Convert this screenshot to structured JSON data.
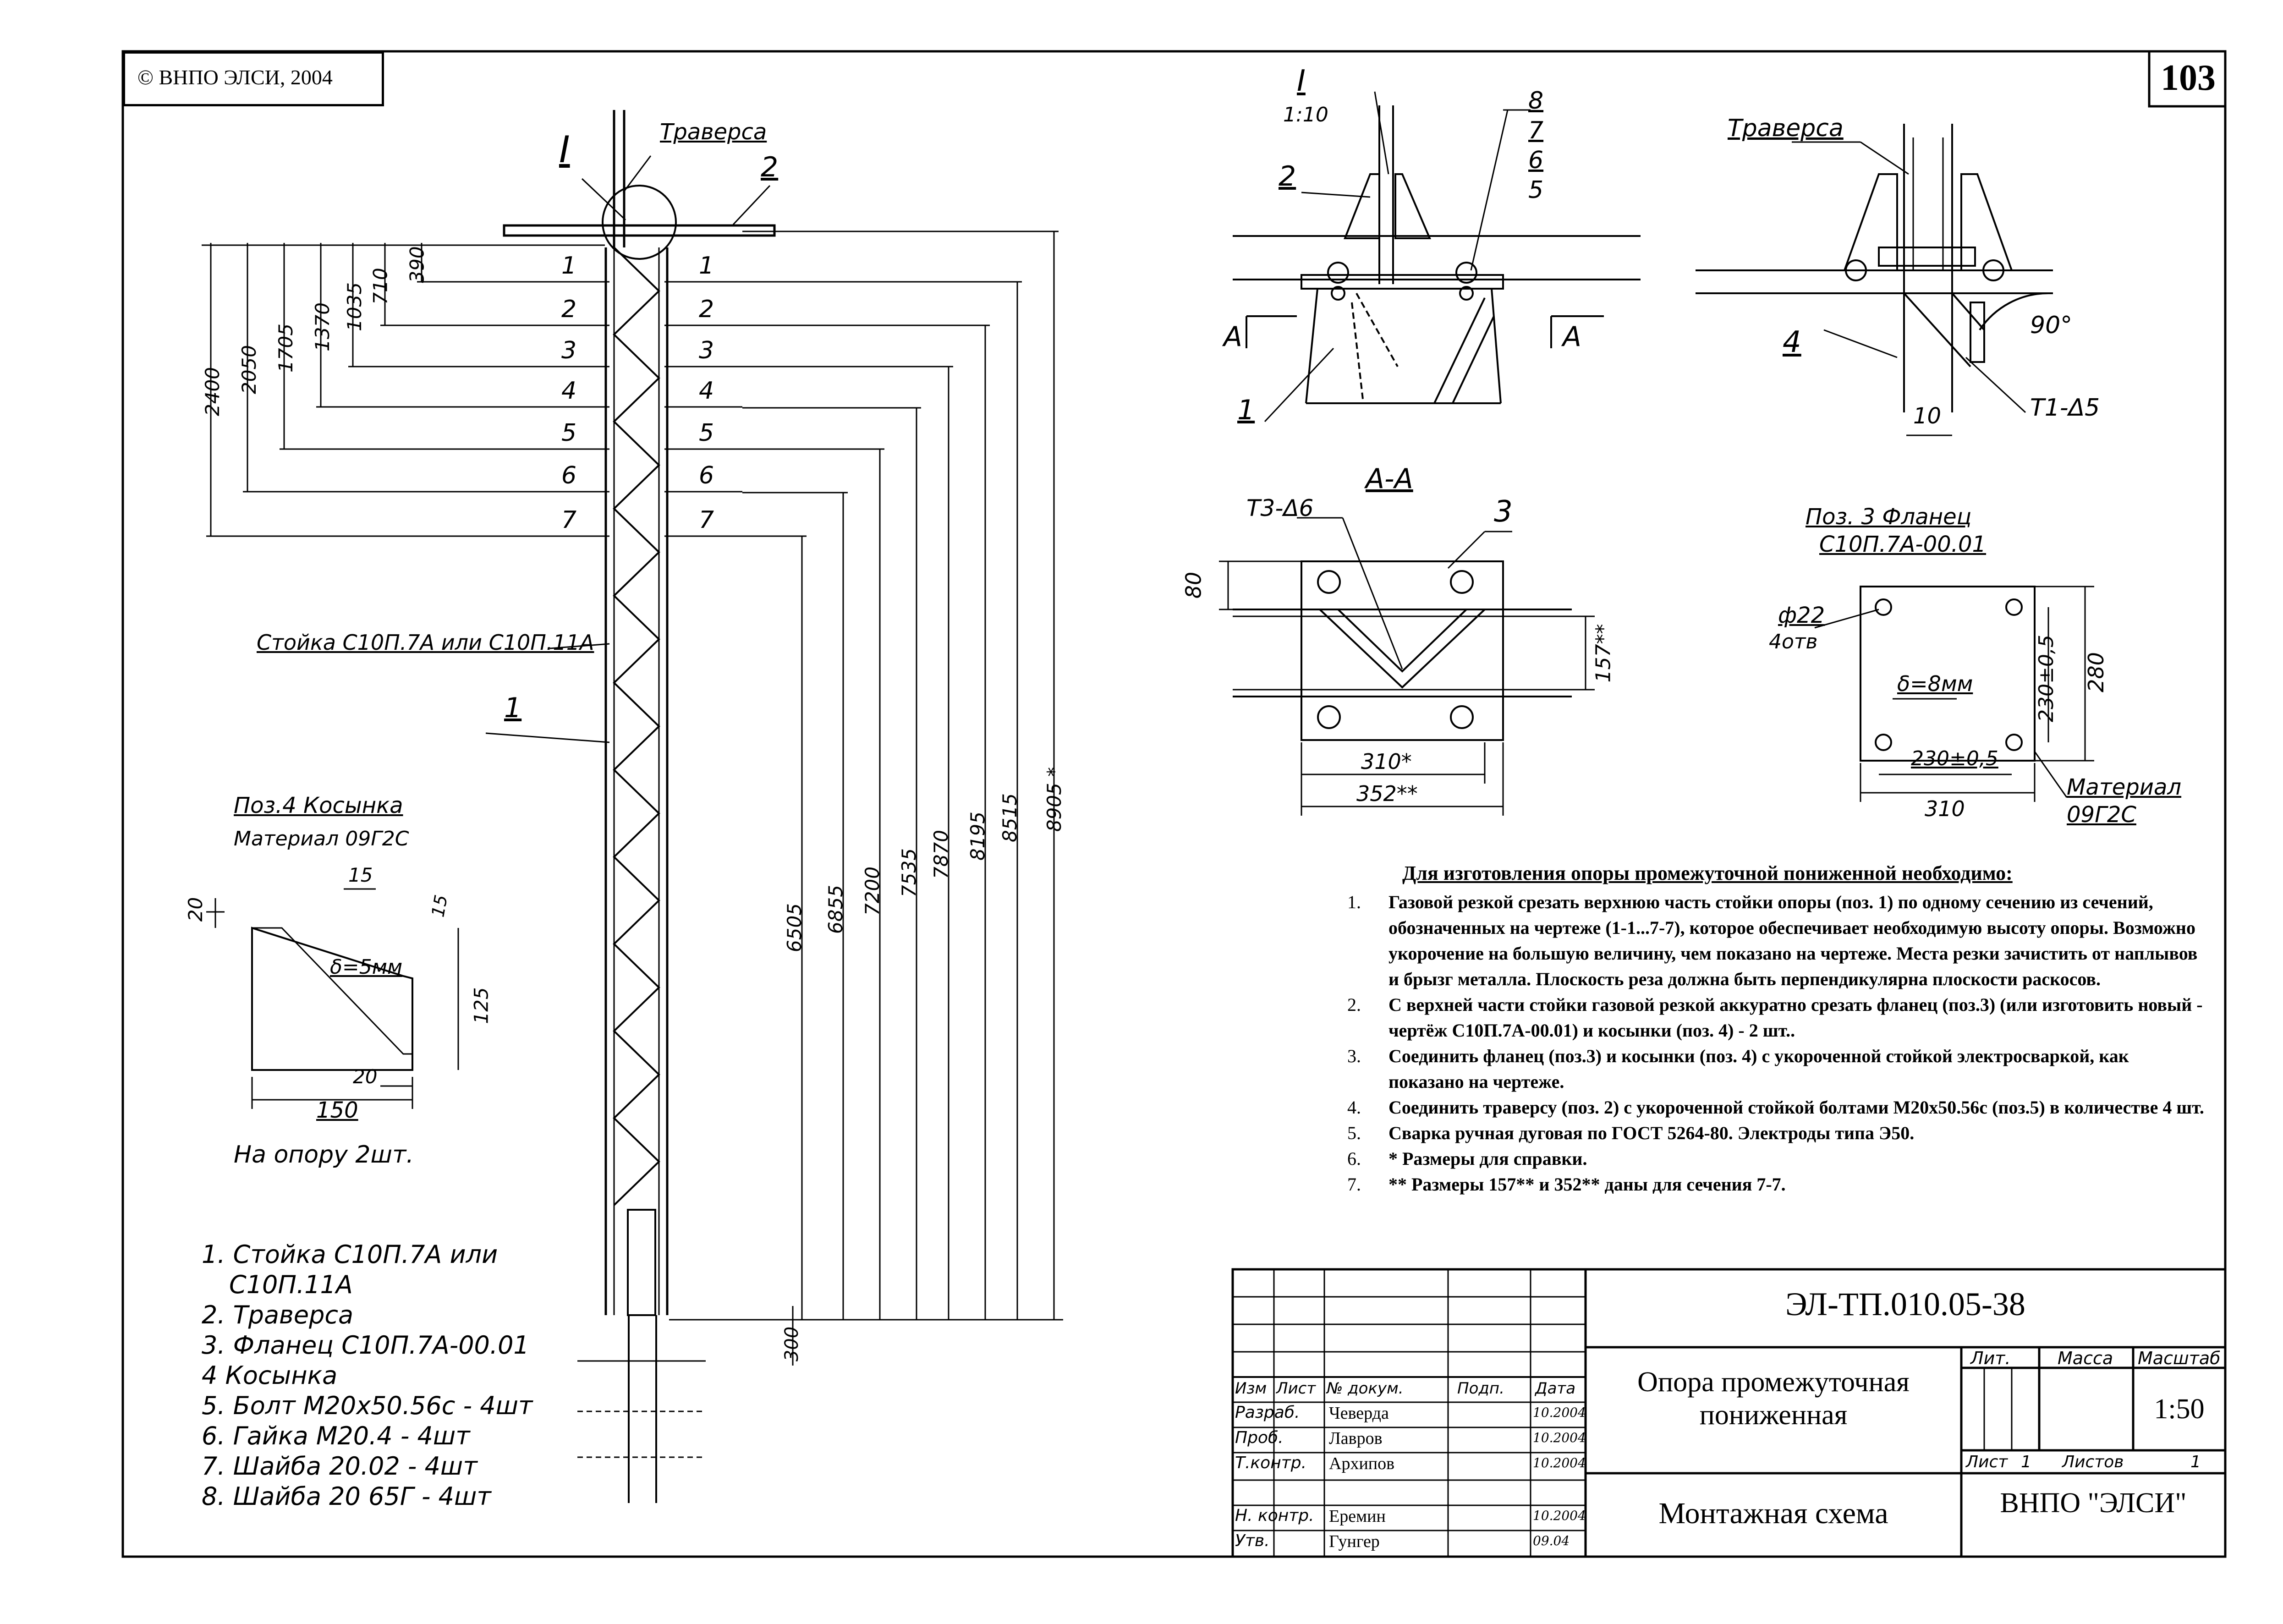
{
  "copyright": "© ВНПО ЭЛСИ, 2004",
  "page_number": "103",
  "main_drawing": {
    "detail_marker": "I",
    "traverse_label": "Траверса",
    "pos2": "2",
    "pos1": "1",
    "post_label": "Стойка С10П.7А или С10П.11А",
    "section_labels": [
      "1",
      "2",
      "3",
      "4",
      "5",
      "6",
      "7"
    ],
    "left_dims": [
      "390",
      "710",
      "1035",
      "1370",
      "1705",
      "2050",
      "2400"
    ],
    "right_dims": [
      "6505",
      "6855",
      "7200",
      "7535",
      "7870",
      "8195",
      "8515",
      "8905 *"
    ],
    "bottom_dim": "300"
  },
  "detail_I": {
    "title": "I",
    "scale": "1:10",
    "labels": [
      "8",
      "7",
      "6",
      "5",
      "2",
      "1"
    ],
    "section_A": "А"
  },
  "detail_traverse": {
    "label": "Траверса",
    "pos4": "4",
    "angle": "90°",
    "dim": "10",
    "weld": "Т1-Δ5"
  },
  "section_AA": {
    "title": "А-А",
    "weld": "Т3-Δ6",
    "pos3": "3",
    "dim_80": "80",
    "dim_157": "157**",
    "dim_310": "310*",
    "dim_352": "352**"
  },
  "flange": {
    "title": "Поз. 3 Фланец",
    "code": "С10П.7А-00.01",
    "hole": "ф22",
    "holes_count": "4отв",
    "thickness": "δ=8мм",
    "dim_230v": "230±0,5",
    "dim_280": "280",
    "dim_230h": "230±0,5",
    "dim_310": "310",
    "material_label": "Материал",
    "material": "09Г2С"
  },
  "gusset": {
    "title": "Поз.4 Косынка",
    "material": "Материал 09Г2С",
    "dim_15a": "15",
    "dim_15b": "15",
    "dim_20a": "20",
    "thickness": "δ=5мм",
    "dim_125": "125",
    "dim_20b": "20",
    "dim_150": "150",
    "qty": "На опору 2шт."
  },
  "parts_list": [
    "1. Стойка С10П.7А или",
    "С10П.11А",
    "2. Траверса",
    "3. Фланец С10П.7А-00.01",
    "4 Косынка",
    "5. Болт М20х50.56с - 4шт",
    "6. Гайка М20.4       - 4шт",
    "7. Шайба 20.02       - 4шт",
    "8. Шайба 20 65Г      - 4шт"
  ],
  "notes": {
    "title": "Для изготовления опоры промежуточной пониженной необходимо:",
    "items": [
      {
        "num": "1.",
        "text": "Газовой резкой  срезать верхнюю часть стойки опоры (поз. 1) по одному сечению из сечений, обозначенных на чертеже (1-1...7-7), которое обеспечивает необходимую высоту опоры. Возможно укорочение на большую величину, чем показано на чертеже. Места резки зачистить от наплывов и брызг металла. Плоскость реза должна быть перпендикулярна плоскости раскосов."
      },
      {
        "num": "2.",
        "text": "С верхней части стойки газовой резкой аккуратно срезать фланец (поз.3) (или изготовить новый - чертёж С10П.7А-00.01) и косынки (поз. 4) - 2 шт.."
      },
      {
        "num": "3.",
        "text": "Соединить фланец (поз.3) и косынки (поз. 4) с укороченной стойкой  электросваркой, как показано на чертеже."
      },
      {
        "num": "4.",
        "text": "Соединить траверсу (поз. 2) с укороченной стойкой болтами М20х50.56с (поз.5) в количестве 4 шт."
      },
      {
        "num": "5.",
        "text": "Сварка ручная дуговая по ГОСТ 5264-80. Электроды типа Э50."
      },
      {
        "num": "6.",
        "text": "* Размеры для справки."
      },
      {
        "num": "7.",
        "text": "** Размеры 157** и 352** даны для сечения 7-7."
      }
    ]
  },
  "title_block": {
    "doc_code": "ЭЛ-ТП.010.05-38",
    "object_name": "Опора промежуточная пониженная",
    "drawing_name": "Монтажная схема",
    "org": "ВНПО \"ЭЛСИ\"",
    "scale": "1:50",
    "headers": {
      "izm": "Изм",
      "list": "Лист",
      "doc": "№ докум.",
      "podp": "Подп.",
      "data": "Дата",
      "lit": "Лит.",
      "massa": "Масса",
      "masshtab": "Масштаб",
      "sheet": "Лист",
      "sheet_no": "1",
      "sheets": "Листов",
      "sheets_no": "1"
    },
    "rows": [
      {
        "role": "Разраб.",
        "name": "Чеверда",
        "date": "10.2004"
      },
      {
        "role": "Проб.",
        "name": "Лавров",
        "date": "10.2004"
      },
      {
        "role": "Т.контр.",
        "name": "Архипов",
        "date": "10.2004"
      },
      {
        "role": "Н. контр.",
        "name": "Еремин",
        "date": "10.2004"
      },
      {
        "role": "Утв.",
        "name": "Гунгер",
        "date": "09.04"
      }
    ]
  }
}
